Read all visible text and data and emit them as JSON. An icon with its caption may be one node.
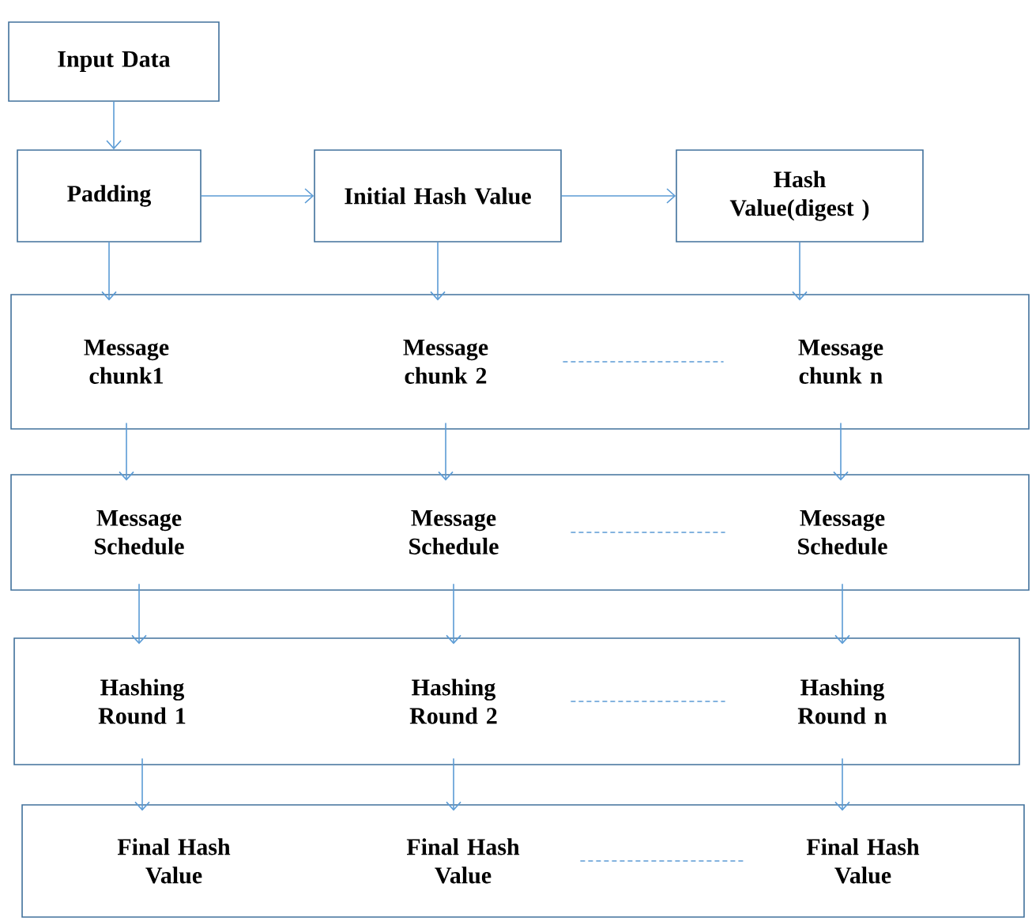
{
  "diagram": {
    "nodes": [
      {
        "text": [
          "Input Data"
        ]
      },
      {
        "text": [
          "Padding"
        ]
      },
      {
        "text": [
          "Initial Hash Value"
        ]
      },
      {
        "text": [
          "Hash Value(digest )"
        ]
      },
      {
        "text": [],
        "shape": "box"
      },
      {
        "text": [
          "Message chunk1"
        ],
        "in": 4
      },
      {
        "text": [
          "Message chunk 2"
        ],
        "in": 4
      },
      {
        "text": [
          "Message chunk n"
        ],
        "in": 4
      },
      {
        "text": [],
        "shape": "box"
      },
      {
        "text": [
          "Message Schedule"
        ],
        "in": 8
      },
      {
        "text": [
          "Message Schedule"
        ],
        "in": 8
      },
      {
        "text": [
          "Message Schedule"
        ],
        "in": 8
      },
      {
        "text": [],
        "shape": "box"
      },
      {
        "text": [
          "Hashing Round 1"
        ],
        "in": 12
      },
      {
        "text": [
          "Hashing Round 2"
        ],
        "in": 12
      },
      {
        "text": [
          "Hashing Round n"
        ],
        "in": 12
      },
      {
        "text": [],
        "shape": "box"
      },
      {
        "text": [
          "Final Hash Value"
        ],
        "in": 16
      },
      {
        "text": [
          "Final Hash Value"
        ],
        "in": 16
      },
      {
        "text": [
          "Final Hash Value"
        ],
        "in": 16
      }
    ],
    "edges": [
      {
        "from": 0,
        "to": 1,
        "arrow": "to"
      },
      {
        "from": 1,
        "to": 2,
        "arrow": "to"
      },
      {
        "from": 2,
        "to": 3,
        "arrow": "to"
      },
      {
        "from": 1,
        "to": 5,
        "arrow": "to"
      },
      {
        "from": 2,
        "to": 6,
        "arrow": "to"
      },
      {
        "from": 3,
        "to": 7,
        "arrow": "to"
      },
      {
        "from": 6,
        "to": 7,
        "arrow": "none",
        "style": "dashed"
      },
      {
        "from": 5,
        "to": 9,
        "arrow": "to"
      },
      {
        "from": 6,
        "to": 10,
        "arrow": "to"
      },
      {
        "from": 7,
        "to": 11,
        "arrow": "to"
      },
      {
        "from": 10,
        "to": 11,
        "arrow": "none",
        "style": "dashed"
      },
      {
        "from": 9,
        "to": 13,
        "arrow": "to"
      },
      {
        "from": 10,
        "to": 14,
        "arrow": "to"
      },
      {
        "from": 11,
        "to": 15,
        "arrow": "to"
      },
      {
        "from": 14,
        "to": 15,
        "arrow": "none",
        "style": "dashed"
      },
      {
        "from": 13,
        "to": 17,
        "arrow": "to"
      },
      {
        "from": 14,
        "to": 18,
        "arrow": "to"
      },
      {
        "from": 15,
        "to": 19,
        "arrow": "to"
      },
      {
        "from": 18,
        "to": 19,
        "arrow": "none",
        "style": "dashed"
      }
    ]
  }
}
